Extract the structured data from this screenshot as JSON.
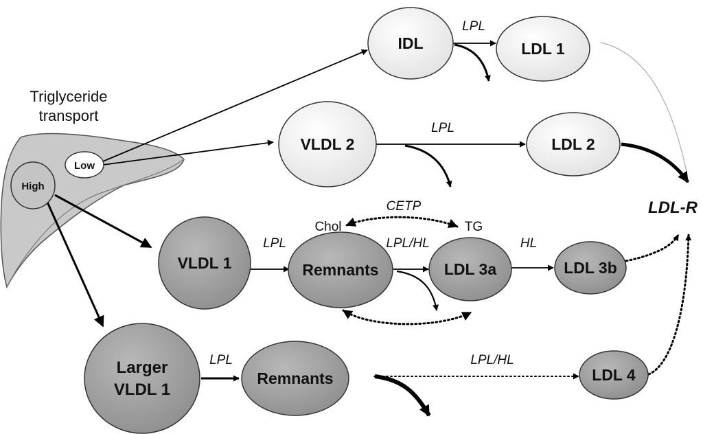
{
  "title": {
    "line1": "Triglyceride",
    "line2": "transport"
  },
  "liver": {
    "low": "Low",
    "high": "High"
  },
  "nodes": {
    "idl": "IDL",
    "ldl1": "LDL 1",
    "vldl2": "VLDL 2",
    "ldl2": "LDL 2",
    "vldl1": "VLDL 1",
    "remnants1": "Remnants",
    "ldl3a": "LDL 3a",
    "ldl3b": "LDL 3b",
    "larger_vldl1_line1": "Larger",
    "larger_vldl1_line2": "VLDL 1",
    "remnants2": "Remnants",
    "ldl4": "LDL 4"
  },
  "receptor": "LDL-R",
  "labels": {
    "lpl_idl": "LPL",
    "lpl_vldl2": "LPL",
    "lpl_vldl1": "LPL",
    "lpl_hl_remnants": "LPL/HL",
    "hl": "HL",
    "cetp": "CETP",
    "chol": "Chol",
    "tg": "TG",
    "lpl_larger": "LPL",
    "lpl_hl_ldl4": "LPL/HL"
  },
  "colors": {
    "light_node": "#efefef",
    "dark_node": "#a6a6a6",
    "liver_fill": "#c8c8c8",
    "liver_stroke": "#555555"
  }
}
